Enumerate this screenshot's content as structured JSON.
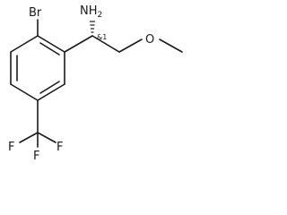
{
  "molecule": {
    "atoms": {
      "br": {
        "symbol": "Br"
      },
      "nh2": {
        "main": "NH",
        "sub": "2"
      },
      "o": {
        "symbol": "O"
      },
      "f1": {
        "symbol": "F"
      },
      "f2": {
        "symbol": "F"
      },
      "f3": {
        "symbol": "F"
      }
    },
    "stereo_label": "&1"
  }
}
